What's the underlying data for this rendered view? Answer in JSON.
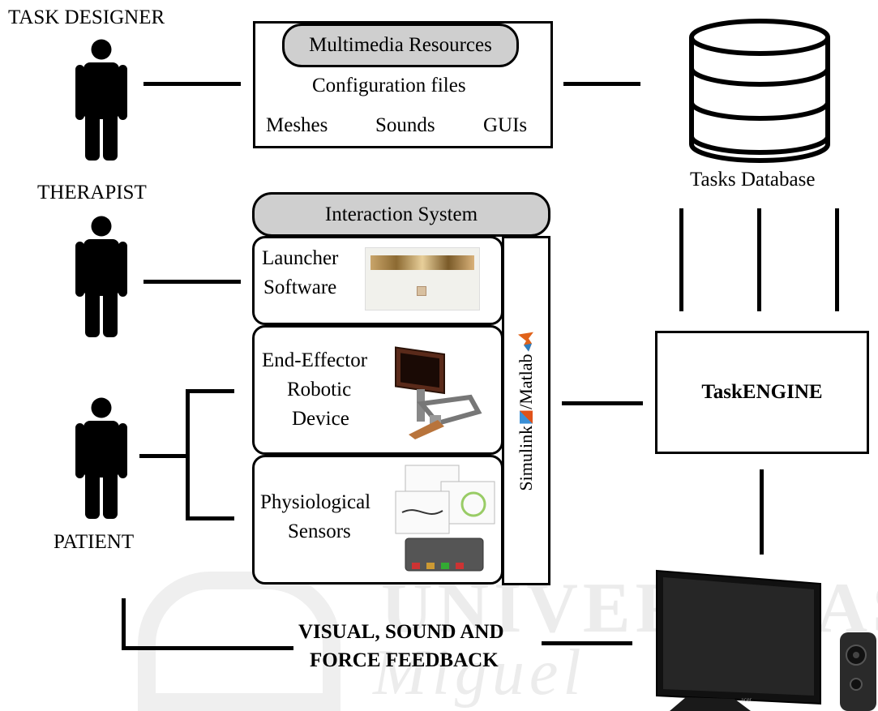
{
  "actors": {
    "task_designer": "TASK DESIGNER",
    "therapist": "THERAPIST",
    "patient": "PATIENT"
  },
  "resources": {
    "title": "Multimedia Resources",
    "config": "Configuration files",
    "meshes": "Meshes",
    "sounds": "Sounds",
    "guis": "GUIs"
  },
  "database": {
    "label": "Tasks Database"
  },
  "interaction": {
    "title": "Interaction System",
    "launcher_line1": "Launcher",
    "launcher_line2": "Software",
    "robot_line1": "End-Effector",
    "robot_line2": "Robotic",
    "robot_line3": "Device",
    "sensors_line1": "Physiological",
    "sensors_line2": "Sensors",
    "simulink": "Simulink",
    "matlab": "/Matlab"
  },
  "engine": {
    "label": "TaskENGINE"
  },
  "feedback": {
    "line1": "VISUAL, SOUND AND",
    "line2": "FORCE FEEDBACK"
  },
  "watermark": {
    "text1": "UNIVERSITAS",
    "text2": "Miguel"
  },
  "colors": {
    "pill_fill": "#cfcfcf",
    "line": "#000000",
    "watermark": "#ececec"
  }
}
